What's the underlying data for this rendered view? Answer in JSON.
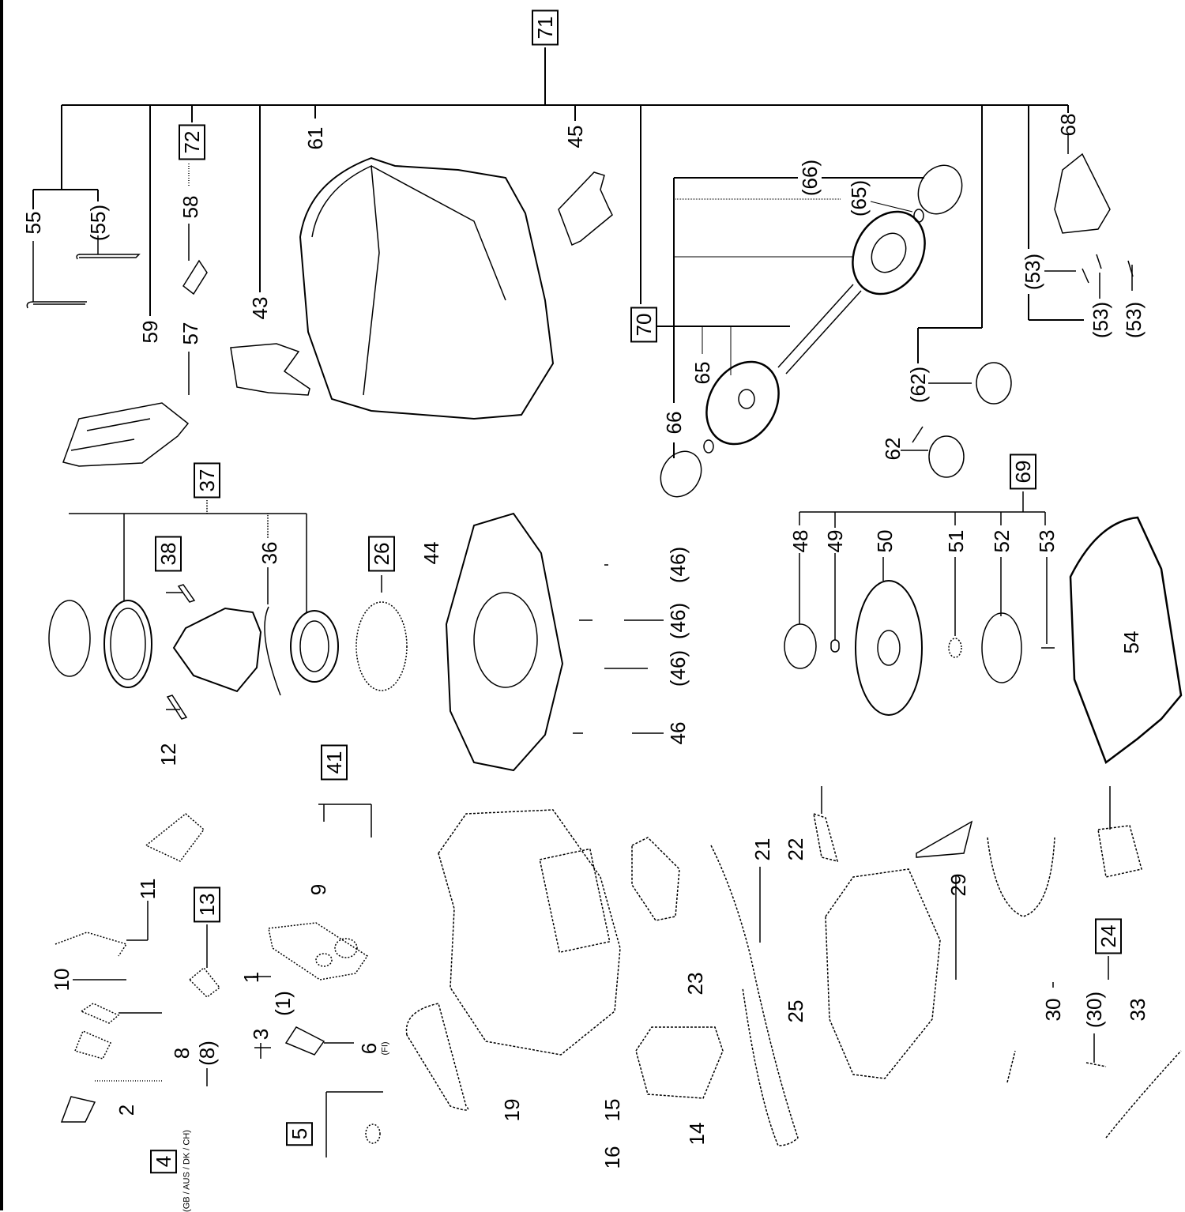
{
  "diagram": {
    "orientation": "rotated-ccw-90",
    "colors": {
      "ink": "#000000",
      "paper": "#ffffff"
    },
    "assembly_labels": {
      "a71": "71",
      "a72": "72",
      "a70": "70",
      "a69": "69",
      "a37": "37",
      "a38": "38",
      "a26": "26",
      "a41": "41",
      "a13": "13",
      "a24": "24",
      "a5": "5",
      "a4": "4"
    },
    "part_labels": {
      "p55": "55",
      "p55b": "(55)",
      "p59": "59",
      "p58": "58",
      "p57": "57",
      "p43": "43",
      "p61": "61",
      "p45": "45",
      "p66top": "(66)",
      "p65top": "(65)",
      "p68": "68",
      "p53a": "(53)",
      "p53b": "(53)",
      "p53c": "(53)",
      "p66": "66",
      "p65": "65",
      "p62": "62",
      "p62b": "(62)",
      "p36": "36",
      "p12": "12",
      "p44": "44",
      "p46a": "(46)",
      "p46b": "(46)",
      "p46c": "(46)",
      "p46": "46",
      "p48": "48",
      "p49": "49",
      "p50": "50",
      "p51": "51",
      "p52": "52",
      "p53": "53",
      "p54": "54",
      "p11": "11",
      "p10": "10",
      "p9": "9",
      "p1": "1",
      "p1b": "(1)",
      "p3": "3",
      "p6": "6",
      "p6note": "(FI)",
      "p8": "8",
      "p8b": "(8)",
      "p2": "2",
      "p4note": "(GB / AUS / DK / CH)",
      "p19": "19",
      "p15": "15",
      "p16": "16",
      "p14": "14",
      "p23": "23",
      "p21": "21",
      "p22": "22",
      "p25": "25",
      "p29": "29",
      "p30": "30",
      "p30b": "(30)",
      "p33": "33"
    }
  }
}
